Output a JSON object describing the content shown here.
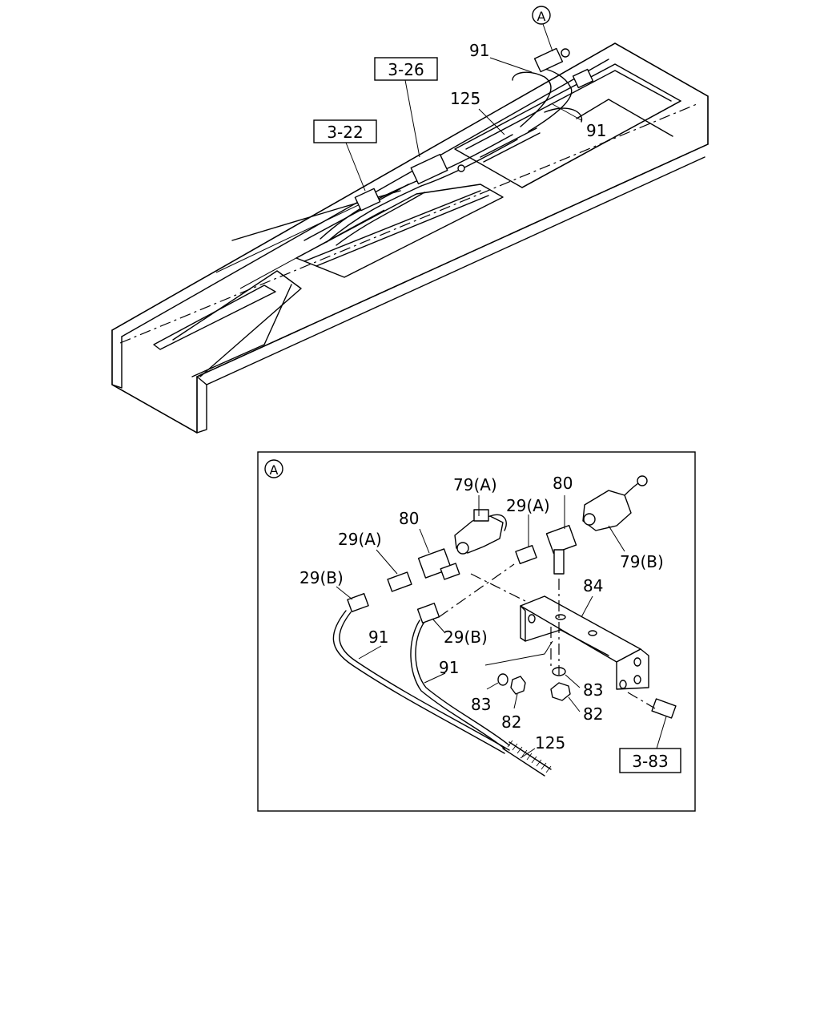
{
  "callouts": {
    "top": {
      "circle_a": "A",
      "p91_a": "91",
      "p91_b": "91",
      "p125": "125",
      "ref_3_26": "3-26",
      "ref_3_22": "3-22"
    },
    "detail": {
      "circle_a": "A",
      "p79a": "79(A)",
      "p80_left": "80",
      "p80_right": "80",
      "p29a_left": "29(A)",
      "p29a_right": "29(A)",
      "p29b_left": "29(B)",
      "p29b_right": "29(B)",
      "p79b": "79(B)",
      "p84": "84",
      "p91_left": "91",
      "p91_right": "91",
      "p83_left": "83",
      "p83_right": "83",
      "p82_left": "82",
      "p82_right": "82",
      "p125": "125",
      "ref_3_83": "3-83"
    }
  }
}
